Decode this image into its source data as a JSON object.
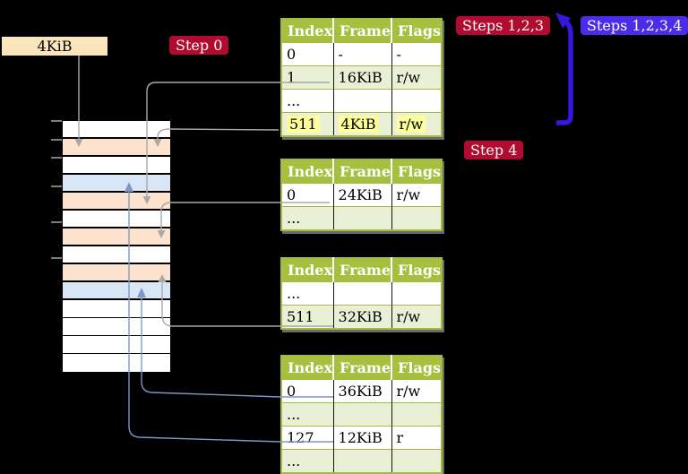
{
  "colors": {
    "background": "#000000",
    "table_header_bg": "#a6bf3e",
    "table_border": "#a2bb3c",
    "table_row_alt_bg": "#eaf0d6",
    "table_shadow": "#6a6a6a",
    "highlight_bg": "#ffff99",
    "crimson_label_bg": "#b10c2f",
    "blue_label_bg": "#4a2ceb",
    "big_arrow": "#3617dd",
    "gray_arrow": "#a9a9a9",
    "blue_arrow": "#7b99c8",
    "peach_row": "#fde3cd",
    "blue_row": "#d9e6f5",
    "size_box_bg": "#fbe5bd"
  },
  "size_label": {
    "text": "4KiB"
  },
  "step_labels": {
    "step0": {
      "text": "Step 0"
    },
    "steps123": {
      "text": "Steps 1,2,3"
    },
    "steps1234": {
      "text": "Steps 1,2,3,4"
    },
    "step4": {
      "text": "Step 4"
    }
  },
  "page_tables": [
    {
      "name": "page-table-step-1",
      "headers": [
        "Index",
        "Frame",
        "Flags"
      ],
      "rows": [
        {
          "cells": [
            "0",
            "-",
            "-"
          ],
          "shaded": false,
          "highlighted": false
        },
        {
          "cells": [
            "1",
            "16KiB",
            "r/w"
          ],
          "shaded": true,
          "highlighted": false
        },
        {
          "cells": [
            "...",
            "",
            ""
          ],
          "shaded": false,
          "highlighted": false
        },
        {
          "cells": [
            "511",
            "4KiB",
            "r/w"
          ],
          "shaded": true,
          "highlighted": true
        }
      ]
    },
    {
      "name": "page-table-step-2",
      "headers": [
        "Index",
        "Frame",
        "Flags"
      ],
      "rows": [
        {
          "cells": [
            "0",
            "24KiB",
            "r/w"
          ],
          "shaded": false,
          "highlighted": false
        },
        {
          "cells": [
            "...",
            "",
            ""
          ],
          "shaded": true,
          "highlighted": false
        }
      ]
    },
    {
      "name": "page-table-step-3",
      "headers": [
        "Index",
        "Frame",
        "Flags"
      ],
      "rows": [
        {
          "cells": [
            "...",
            "",
            ""
          ],
          "shaded": false,
          "highlighted": false
        },
        {
          "cells": [
            "511",
            "32KiB",
            "r/w"
          ],
          "shaded": true,
          "highlighted": false
        }
      ]
    },
    {
      "name": "page-table-step-4",
      "headers": [
        "Index",
        "Frame",
        "Flags"
      ],
      "rows": [
        {
          "cells": [
            "0",
            "36KiB",
            "r/w"
          ],
          "shaded": false,
          "highlighted": false
        },
        {
          "cells": [
            "...",
            "",
            ""
          ],
          "shaded": true,
          "highlighted": false
        },
        {
          "cells": [
            "127",
            "12KiB",
            "r"
          ],
          "shaded": false,
          "highlighted": false
        },
        {
          "cells": [
            "...",
            "",
            ""
          ],
          "shaded": true,
          "highlighted": false
        }
      ]
    }
  ],
  "memory_strip": {
    "rows": [
      {
        "fill": "white"
      },
      {
        "fill": "peach"
      },
      {
        "fill": "white"
      },
      {
        "fill": "blue"
      },
      {
        "fill": "peach"
      },
      {
        "fill": "white"
      },
      {
        "fill": "peach"
      },
      {
        "fill": "white"
      },
      {
        "fill": "peach"
      },
      {
        "fill": "blue"
      },
      {
        "fill": "white"
      },
      {
        "fill": "white"
      },
      {
        "fill": "white"
      },
      {
        "fill": "white"
      }
    ]
  }
}
